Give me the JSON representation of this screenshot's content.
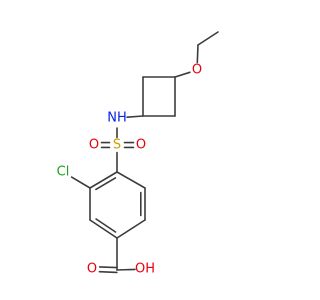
{
  "molecule": {
    "atoms": [
      {
        "id": "ch3",
        "label": ""
      },
      {
        "id": "ch2",
        "label": ""
      },
      {
        "id": "o_ether",
        "label": "O",
        "color": "#e8000b"
      },
      {
        "id": "cb1",
        "label": ""
      },
      {
        "id": "cb2",
        "label": ""
      },
      {
        "id": "cb3",
        "label": ""
      },
      {
        "id": "cb4",
        "label": ""
      },
      {
        "id": "n",
        "label": "NH",
        "color": "#0a22e6"
      },
      {
        "id": "s",
        "label": "S",
        "color": "#c8a000"
      },
      {
        "id": "o_s1",
        "label": "O",
        "color": "#e8000b"
      },
      {
        "id": "o_s2",
        "label": "O",
        "color": "#e8000b"
      },
      {
        "id": "ar1",
        "label": ""
      },
      {
        "id": "ar2",
        "label": ""
      },
      {
        "id": "ar3",
        "label": ""
      },
      {
        "id": "ar4",
        "label": ""
      },
      {
        "id": "ar5",
        "label": ""
      },
      {
        "id": "ar6",
        "label": ""
      },
      {
        "id": "cl",
        "label": "Cl",
        "color": "#1fa01f"
      },
      {
        "id": "c_acid",
        "label": ""
      },
      {
        "id": "o_acid",
        "label": "O",
        "color": "#e8000b"
      },
      {
        "id": "oh_acid",
        "label": "OH",
        "color": "#e8000b"
      }
    ]
  }
}
